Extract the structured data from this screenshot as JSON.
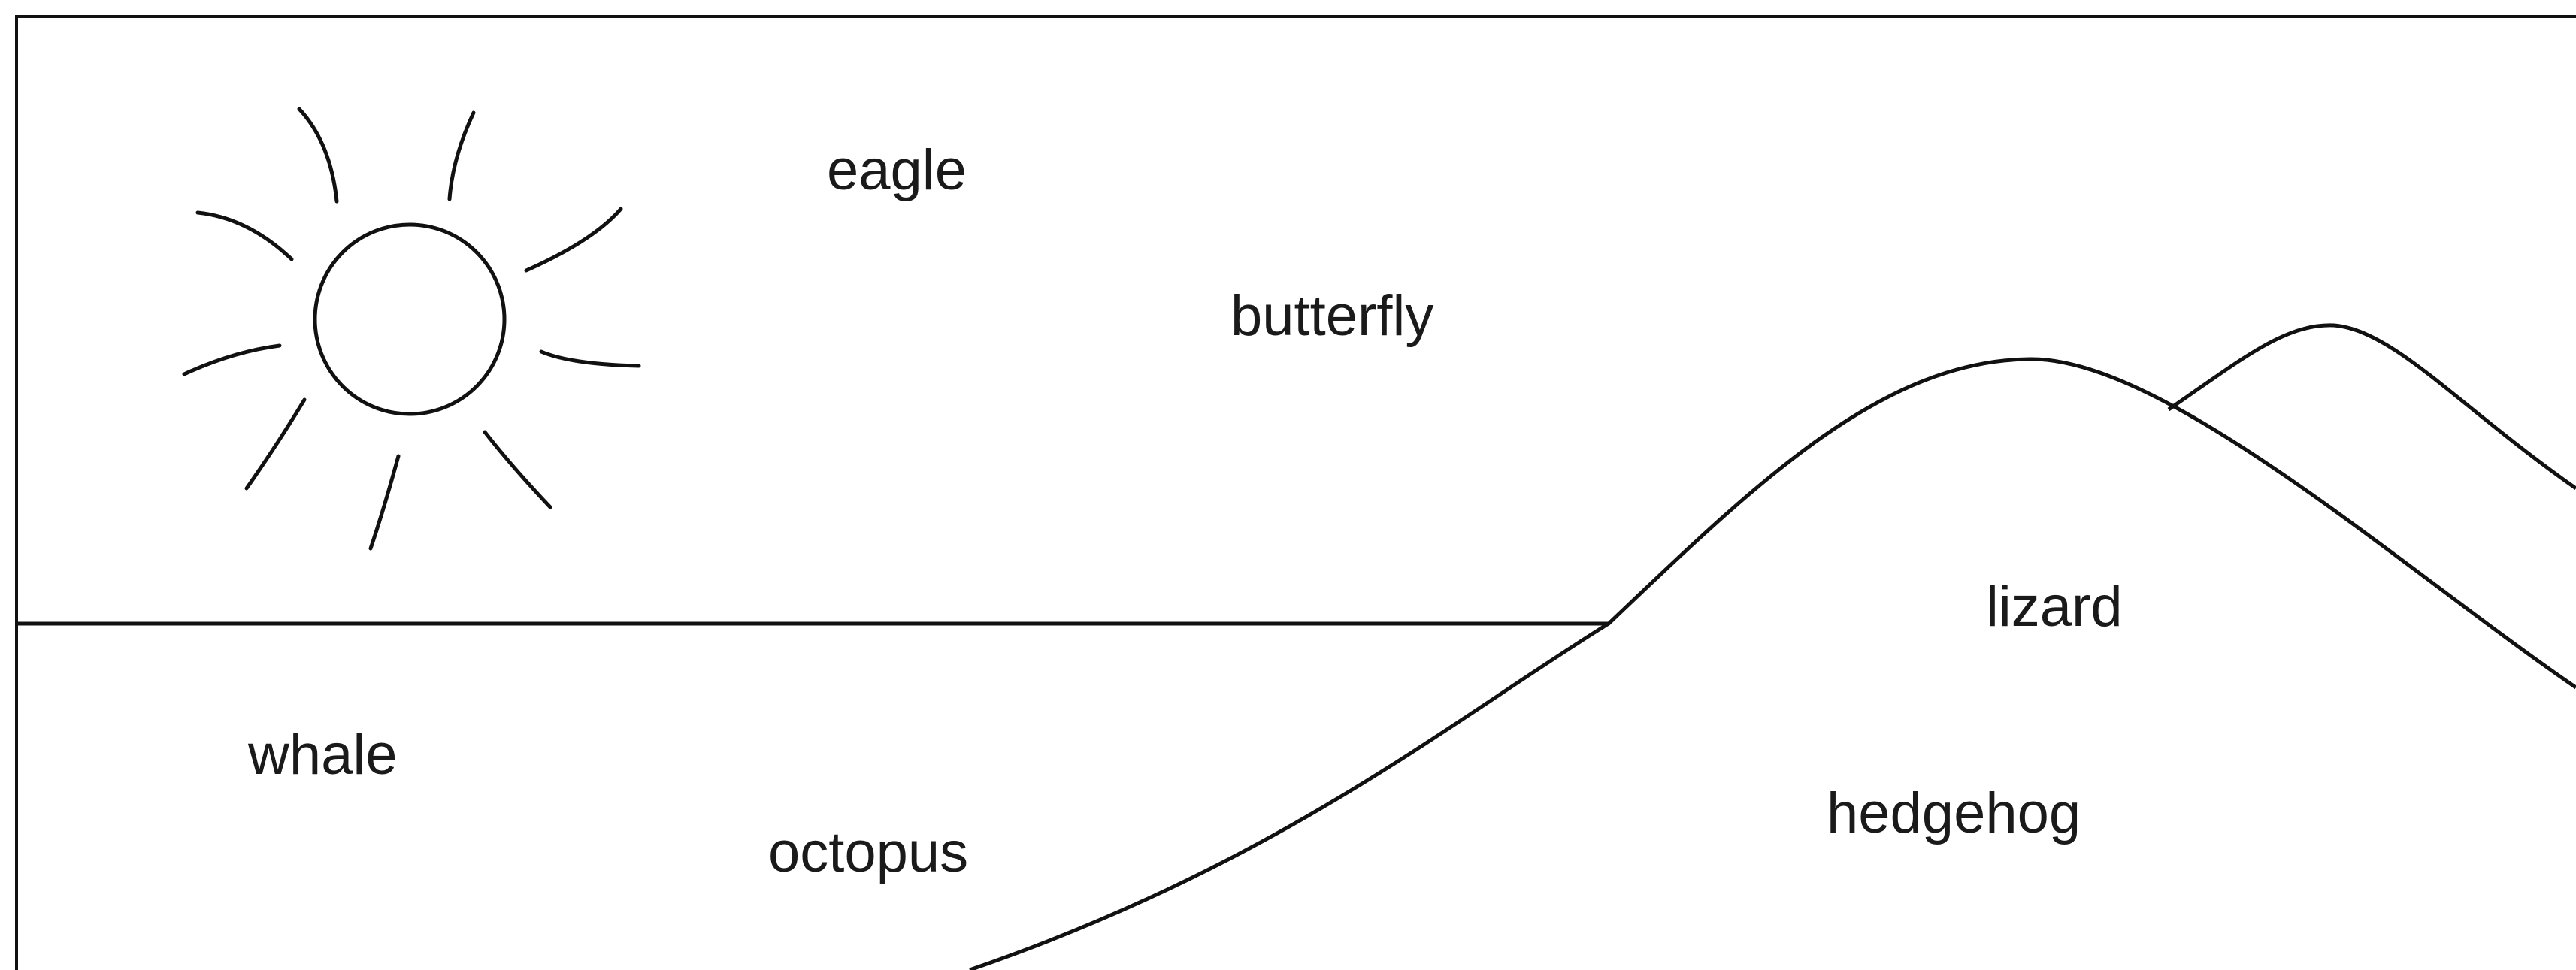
{
  "labels": {
    "eagle": "eagle",
    "butterfly": "butterfly",
    "lizard": "lizard",
    "whale": "whale",
    "octopus": "octopus",
    "hedgehog": "hedgehog"
  },
  "icons": [
    "sun-icon"
  ],
  "colors": {
    "ink": "#111111",
    "background": "#ffffff"
  }
}
